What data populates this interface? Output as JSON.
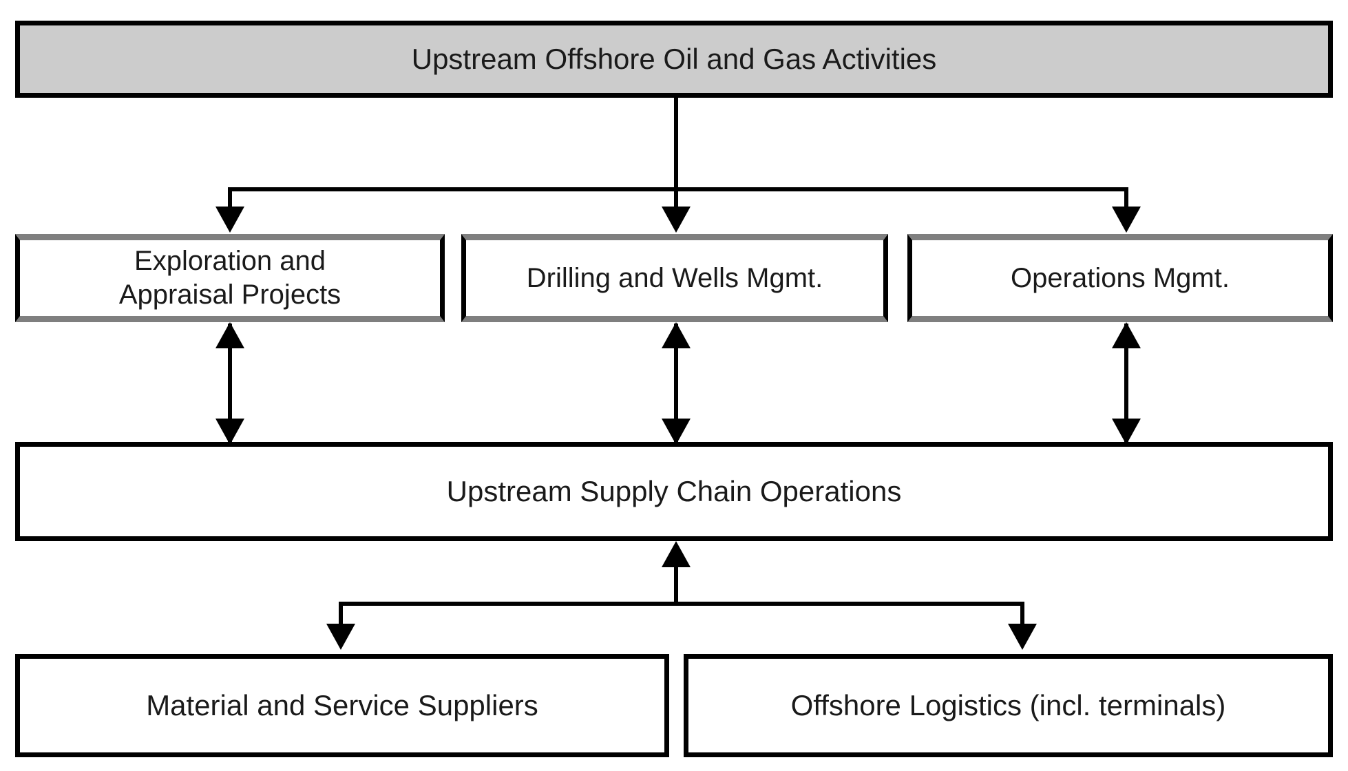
{
  "diagram": {
    "title": "Upstream Offshore Oil and Gas Activities",
    "type": "flowchart",
    "colors": {
      "root_fill": "#cccccc",
      "box_fill": "#ffffff",
      "border_black": "#000000",
      "border_gray": "#7f7f7f",
      "text": "#1a1a1a",
      "background": "#ffffff"
    },
    "nodes": {
      "root": {
        "label": "Upstream Offshore Oil and Gas Activities",
        "level": 1
      },
      "exploration": {
        "label": "Exploration and\nAppraisal Projects",
        "level": 2
      },
      "drilling": {
        "label": "Drilling and Wells Mgmt.",
        "level": 2
      },
      "operations": {
        "label": "Operations Mgmt.",
        "level": 2
      },
      "supply_chain": {
        "label": "Upstream Supply Chain Operations",
        "level": 3
      },
      "suppliers": {
        "label": "Material and Service Suppliers",
        "level": 4
      },
      "logistics": {
        "label": "Offshore Logistics (incl. terminals)",
        "level": 4
      }
    },
    "edges": [
      {
        "from": "root",
        "to": "exploration",
        "style": "single-arrow-down"
      },
      {
        "from": "root",
        "to": "drilling",
        "style": "single-arrow-down"
      },
      {
        "from": "root",
        "to": "operations",
        "style": "single-arrow-down"
      },
      {
        "from": "exploration",
        "to": "supply_chain",
        "style": "double-arrow-vertical"
      },
      {
        "from": "drilling",
        "to": "supply_chain",
        "style": "double-arrow-vertical"
      },
      {
        "from": "operations",
        "to": "supply_chain",
        "style": "double-arrow-vertical"
      },
      {
        "from": "suppliers",
        "to": "supply_chain",
        "style": "single-arrow-up-branch"
      },
      {
        "from": "logistics",
        "to": "supply_chain",
        "style": "single-arrow-up-branch"
      }
    ]
  }
}
